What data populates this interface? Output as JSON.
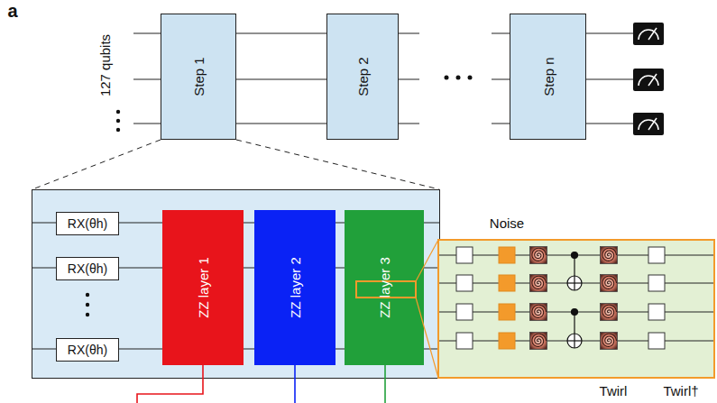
{
  "diagram": {
    "nodes": [
      {
        "text": [
          "Step 1"
        ]
      },
      {
        "text": [
          "Step 2"
        ]
      },
      {
        "text": [
          "Step n"
        ]
      },
      {
        "text": [
          "RX(θh)"
        ]
      },
      {
        "text": [
          "RX(θh)"
        ]
      },
      {
        "text": [
          "RX(θh)"
        ]
      },
      {
        "text": [
          "ZZ layer 1"
        ]
      },
      {
        "text": [
          "ZZ layer 2"
        ]
      },
      {
        "text": [
          "ZZ layer 3"
        ]
      }
    ],
    "labels": [
      "a",
      "127 qubits",
      "Noise",
      "Twirl",
      "Twirl†"
    ]
  }
}
